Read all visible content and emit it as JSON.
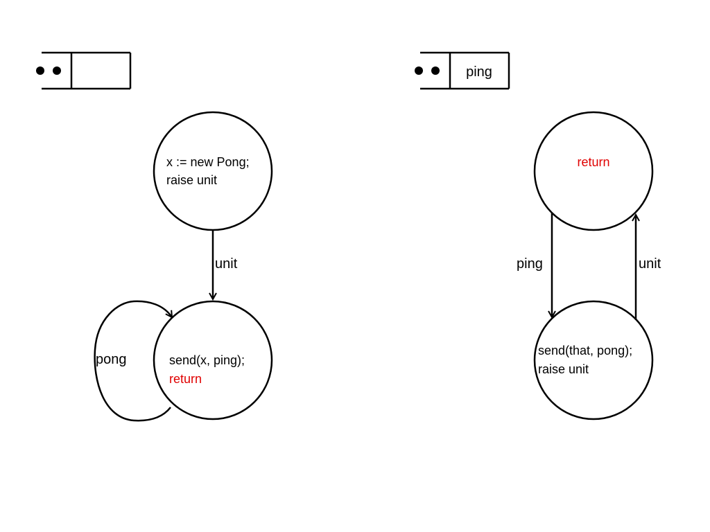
{
  "colors": {
    "stroke": "#000000",
    "keyword": "#e00000",
    "background": "#ffffff"
  },
  "left": {
    "queue": {
      "dots": 2,
      "message": ""
    },
    "state_top": {
      "lines": [
        "x := new Pong;",
        "raise unit"
      ]
    },
    "edge_top_to_bottom": {
      "label": "unit"
    },
    "state_bottom": {
      "line1": "send(x, ping);",
      "line2_keyword": "return"
    },
    "self_loop": {
      "label": "pong"
    }
  },
  "right": {
    "queue": {
      "dots": 2,
      "message": "ping"
    },
    "state_top": {
      "keyword": "return"
    },
    "edge_down": {
      "label": "ping"
    },
    "edge_up": {
      "label": "unit"
    },
    "state_bottom": {
      "lines": [
        "send(that, pong);",
        "raise unit"
      ]
    }
  }
}
